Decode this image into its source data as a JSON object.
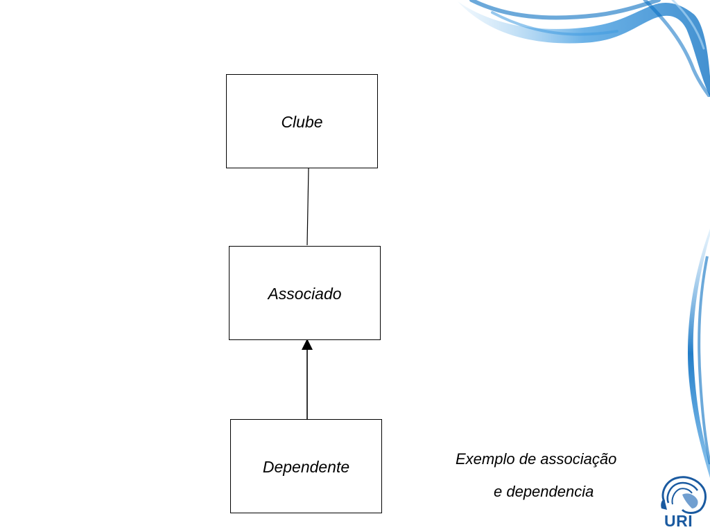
{
  "diagram": {
    "nodes": [
      {
        "id": "clube",
        "label": "Clube"
      },
      {
        "id": "associado",
        "label": "Associado"
      },
      {
        "id": "dependente",
        "label": "Dependente"
      }
    ],
    "edges": [
      {
        "from": "clube",
        "to": "associado",
        "type": "association",
        "arrow": "none"
      },
      {
        "from": "dependente",
        "to": "associado",
        "type": "dependency",
        "arrow": "filled-head-at-associado"
      }
    ]
  },
  "caption": {
    "line1": "Exemplo de associação",
    "line2": "e dependencia"
  },
  "logo": {
    "text": "URI",
    "icon": "uri-logo-icon",
    "color": "#1a5aa0"
  },
  "decoration": {
    "icon": "blue-smoke-decoration",
    "colors": [
      "#0a6fc2",
      "#3f9be0",
      "#a9d4f4"
    ]
  }
}
